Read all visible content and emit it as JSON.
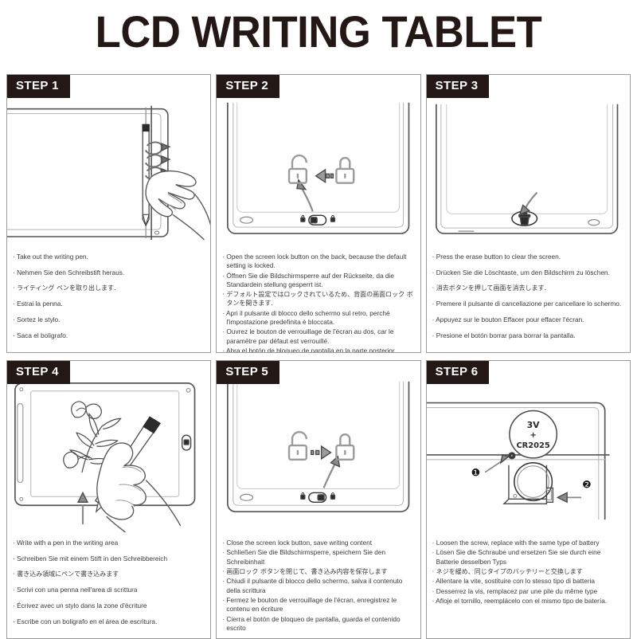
{
  "header": {
    "title": "LCD WRITING TABLET"
  },
  "steps": [
    {
      "badge": "STEP 1",
      "illustration": "hand-pulling-stylus-from-tablet-slot",
      "spacing": "spaced",
      "lines": [
        "· Take out the writing pen.",
        "· Nehmen Sie den Schreibstift heraus.",
        "· ライティング ペンを取り出します.",
        "· Estrai la penna.",
        "· Sortez le stylo.",
        "· Saca el boligrafo."
      ]
    },
    {
      "badge": "STEP 2",
      "illustration": "tablet-back-unlock-switch",
      "spacing": "tight",
      "lines": [
        "· Open the screen lock button on the back, because the default setting is locked.",
        "· Öffnen Sie die Bildschirmsperre auf der Rückseite, da die Standardein stellung gesperrt ist.",
        "· デフォルト設定ではロックされているため、背面の画面ロック ボタンを開きます.",
        "· Apri il pulsante di blocco dello schermo sul retro, perché l'impostazione predefinita è bloccata.",
        "· Ouvrez le bouton de verrouillage de l'écran au dos, car le paramètre par défaut est verrouillé.",
        "· Abra el botón de bloqueo de pantalla en la parte posterior, porque la configuración predeterminada está bloqueada."
      ]
    },
    {
      "badge": "STEP 3",
      "illustration": "tablet-erase-button-arrow",
      "spacing": "spaced",
      "lines": [
        "· Press the erase button to clear the screen.",
        "· Drücken Sie die Löschtaste, um den Bildschirm zu löschen.",
        "· 消去ボタンを押して画面を消去します.",
        "· Premere il pulsante di cancellazione per cancellare lo schermo.",
        "· Appuyez sur le bouton Effacer pour effacer l'écran.",
        "· Presione el botón borrar para borrar la pantalla."
      ]
    },
    {
      "badge": "STEP 4",
      "illustration": "hand-writing-with-stylus-on-screen",
      "spacing": "spaced",
      "lines": [
        "· Write with a pen in the writing area",
        "· Schreiben Sie mit einem Stift in den Schreibbereich",
        "· 書き込み領域にペンで書き込みます",
        "· Scrivi con una penna nell'area di scrittura",
        "· Écrivez avec un stylo dans la zone d'écriture",
        "· Escribe con un boligrafo en el área de escritura."
      ]
    },
    {
      "badge": "STEP 5",
      "illustration": "tablet-back-lock-switch",
      "spacing": "tight",
      "lines": [
        "· Close the screen lock button, save writing content",
        "· Schließen Sie die Bildschirmsperre, speichern Sie den Schreibinhalt",
        "· 画面ロック ボタンを閉じて、書き込み内容を保存します",
        "· Chiudi il pulsante di blocco dello schermo, salva il contenuto della scrittura",
        "· Fermez le bouton de verrouillage de l'écran, enregistrez le contenu en écriture",
        "· Cierra el botón de bloqueo de pantalla, guarda el contenido escrito"
      ]
    },
    {
      "badge": "STEP 6",
      "illustration": "battery-replacement-screw-tray",
      "spacing": "tight",
      "lines": [
        "· Loosen the screw, replace with the same type of battery",
        "· Lösen Sie die Schraube und ersetzen Sie sie durch eine Batterie desselben Typs",
        "· ネジを緩め、同じタイプのバッテリーと交換します",
        "· Allentare la vite, sostituire con lo stesso tipo di batteria",
        "· Desserrez la vis, remplacez par une pile du même type",
        "· Afloje el tornillo, reemplácelo con el mismo tipo de batería."
      ]
    }
  ],
  "battery": {
    "voltage": "3V",
    "polarity": "+",
    "model": "CR2025",
    "callout_screw": "❶",
    "callout_tray": "❷"
  },
  "colors": {
    "ink": "#231815",
    "line": "#4a4a4a",
    "panel_border": "#9a9a9a",
    "text_gray": "#3a3a3a"
  }
}
